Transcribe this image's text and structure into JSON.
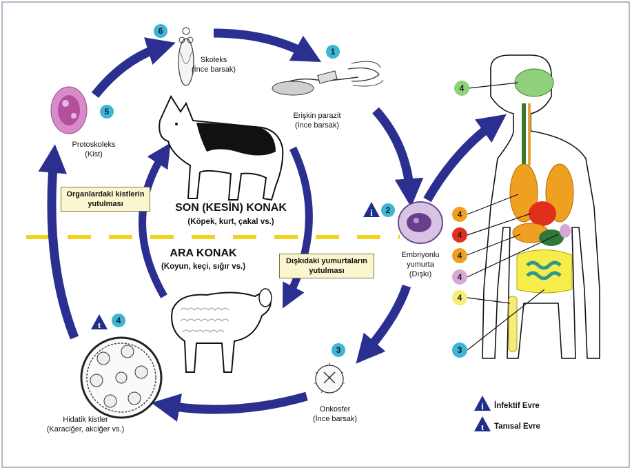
{
  "labels": {
    "skoleks": "Skoleks",
    "skoleks_loc": "(İnce barsak)",
    "eriskin": "Erişkin parazit",
    "eriskin_loc": "(İnce barsak)",
    "protoskoleks": "Protoskoleks",
    "protoskoleks_loc": "(Kist)",
    "embriyonlu1": "Embriyonlu",
    "embriyonlu2": "yumurta",
    "embriyonlu_loc": "(Dışkı)",
    "onkosfer": "Onkosfer",
    "onkosfer_loc": "(İnce barsak)",
    "hidatik": "Hidatik kistler",
    "hidatik_loc": "(Karaciğer, akciğer vs.)"
  },
  "hosts": {
    "son_title": "SON (KESİN) KONAK",
    "son_sub": "(Köpek, kurt, çakal vs.)",
    "ara_title": "ARA KONAK",
    "ara_sub": "(Koyun, keçi, sığır vs.)"
  },
  "boxes": {
    "organ_cysts": "Organlardaki kistlerin yutulması",
    "feces_eggs": "Dışkıdaki yumurtaların yutulması"
  },
  "badges": {
    "b6": "6",
    "b1": "1",
    "b5": "5",
    "b2": "2",
    "b3": "3",
    "b4": "4",
    "body_brain": "4",
    "body_lung": "4",
    "body_liver": "4",
    "body_gi": "4",
    "body_kidney": "4",
    "body_bone": "4",
    "body_3": "3"
  },
  "legend": {
    "infective_symbol": "i",
    "infective": "İnfektif Evre",
    "diagnostic_symbol": "t",
    "diagnostic": "Tanısal Evre"
  },
  "colors": {
    "arrow": "#2b2f8f",
    "badge_blue": "#3bb6d6",
    "badge_orange": "#f0a020",
    "badge_red": "#e0301c",
    "badge_lilac": "#d6a8d6",
    "badge_yellow": "#f6ec7a",
    "badge_green": "#8fd07a",
    "dash": "#f2d21a"
  }
}
